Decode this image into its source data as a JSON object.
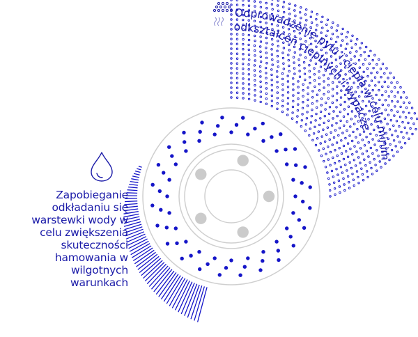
{
  "colors": {
    "accent": "#1a1aa8",
    "dot": "#1515c8",
    "disc_outline": "#cfcfcf",
    "hub_hole": "#cbcbcb",
    "background": "#ffffff"
  },
  "icons": {
    "left": "water-drop-icon",
    "top": "heat-dust-icon"
  },
  "top_label": {
    "line1": "Odprowadzenie pyłu i ciepła w celu minimalizacji",
    "line2": "odkształceń cieplnych i wypaczenia"
  },
  "left_label": {
    "lines": [
      "Zapobieganie",
      "odkładaniu się",
      "warstewki wody w",
      "celu zwiększenia",
      "skuteczności",
      "hamowania w",
      "wilgotnych",
      "warunkach"
    ]
  },
  "disc": {
    "drilled_hole_pattern_count": 24,
    "hub_hole_count": 5
  }
}
